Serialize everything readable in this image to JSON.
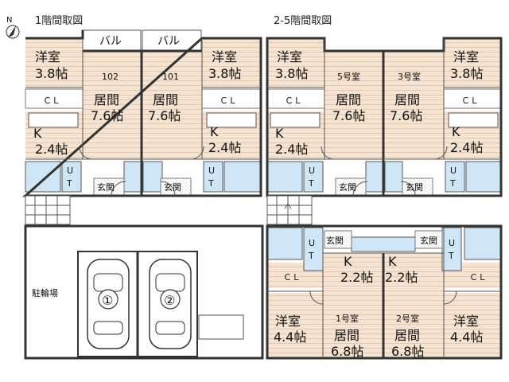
{
  "compass": {
    "label": "N"
  },
  "floor1": {
    "title": "1階間取図",
    "balcony": [
      "バル",
      "バル"
    ],
    "units": [
      {
        "number": "102",
        "western": "洋室",
        "western_size": "3.8帖",
        "living": "居間",
        "living_size": "7.6帖",
        "kitchen": "K",
        "kitchen_size": "2.4帖",
        "closet": "ＣＬ",
        "bath": [
          "U",
          "T"
        ],
        "entry": "玄関"
      },
      {
        "number": "101",
        "western": "洋室",
        "western_size": "3.8帖",
        "living": "居間",
        "living_size": "7.6帖",
        "kitchen": "K",
        "kitchen_size": "2.4帖",
        "closet": "ＣＬ",
        "bath": [
          "U",
          "T"
        ],
        "entry": "玄関"
      }
    ],
    "bicycle_parking": "駐輪場",
    "parking": [
      "①",
      "②"
    ]
  },
  "upper": {
    "title": "2-5階間取図",
    "top_units": [
      {
        "number": "5号室",
        "western": "洋室",
        "western_size": "3.8帖",
        "living": "居間",
        "living_size": "7.6帖",
        "kitchen": "K",
        "kitchen_size": "2.4帖",
        "closet": "ＣＬ",
        "bath": [
          "U",
          "T"
        ],
        "entry": "玄関"
      },
      {
        "number": "3号室",
        "western": "洋室",
        "western_size": "3.8帖",
        "living": "居間",
        "living_size": "7.6帖",
        "kitchen": "K",
        "kitchen_size": "2.4帖",
        "closet": "ＣＬ",
        "bath": [
          "U",
          "T"
        ],
        "entry": "玄関"
      }
    ],
    "bottom_units": [
      {
        "number": "1号室",
        "western": "洋室",
        "western_size": "4.4帖",
        "living": "居間",
        "living_size": "6.8帖",
        "kitchen": "K",
        "kitchen_size": "2.2帖",
        "closet": "ＣＬ",
        "bath": [
          "U",
          "T"
        ],
        "entry": "玄関"
      },
      {
        "number": "2号室",
        "western": "洋室",
        "western_size": "4.4帖",
        "living": "居間",
        "living_size": "6.8帖",
        "kitchen": "K",
        "kitchen_size": "2.2帖",
        "closet": "ＣＬ",
        "bath": [
          "U",
          "T"
        ],
        "entry": "玄関"
      }
    ]
  },
  "colors": {
    "room_fill": "#f6e3d0",
    "wet_fill": "#cfe6f7",
    "wall": "#333333"
  }
}
